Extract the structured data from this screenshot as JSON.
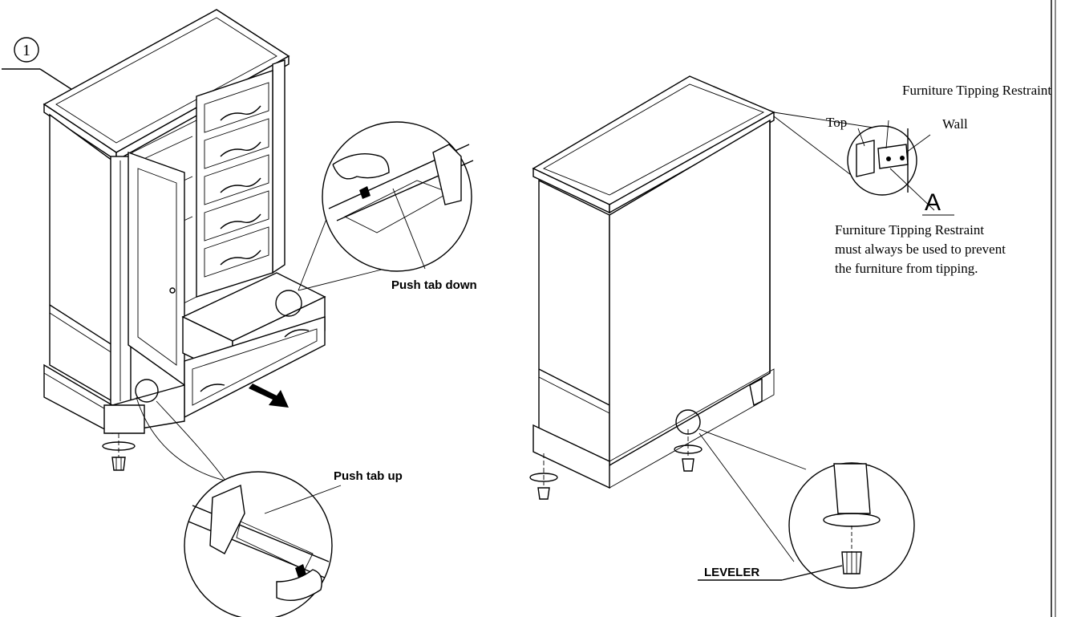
{
  "step_number": "1",
  "labels": {
    "push_tab_down": "Push tab down",
    "push_tab_up": "Push tab up",
    "leveler": "LEVELER",
    "restraint_title": "Furniture Tipping Restraint",
    "top": "Top",
    "wall": "Wall",
    "detail_letter": "A",
    "restraint_note": [
      "Furniture Tipping Restraint",
      "must always be used to prevent",
      "the furniture from tipping."
    ]
  }
}
